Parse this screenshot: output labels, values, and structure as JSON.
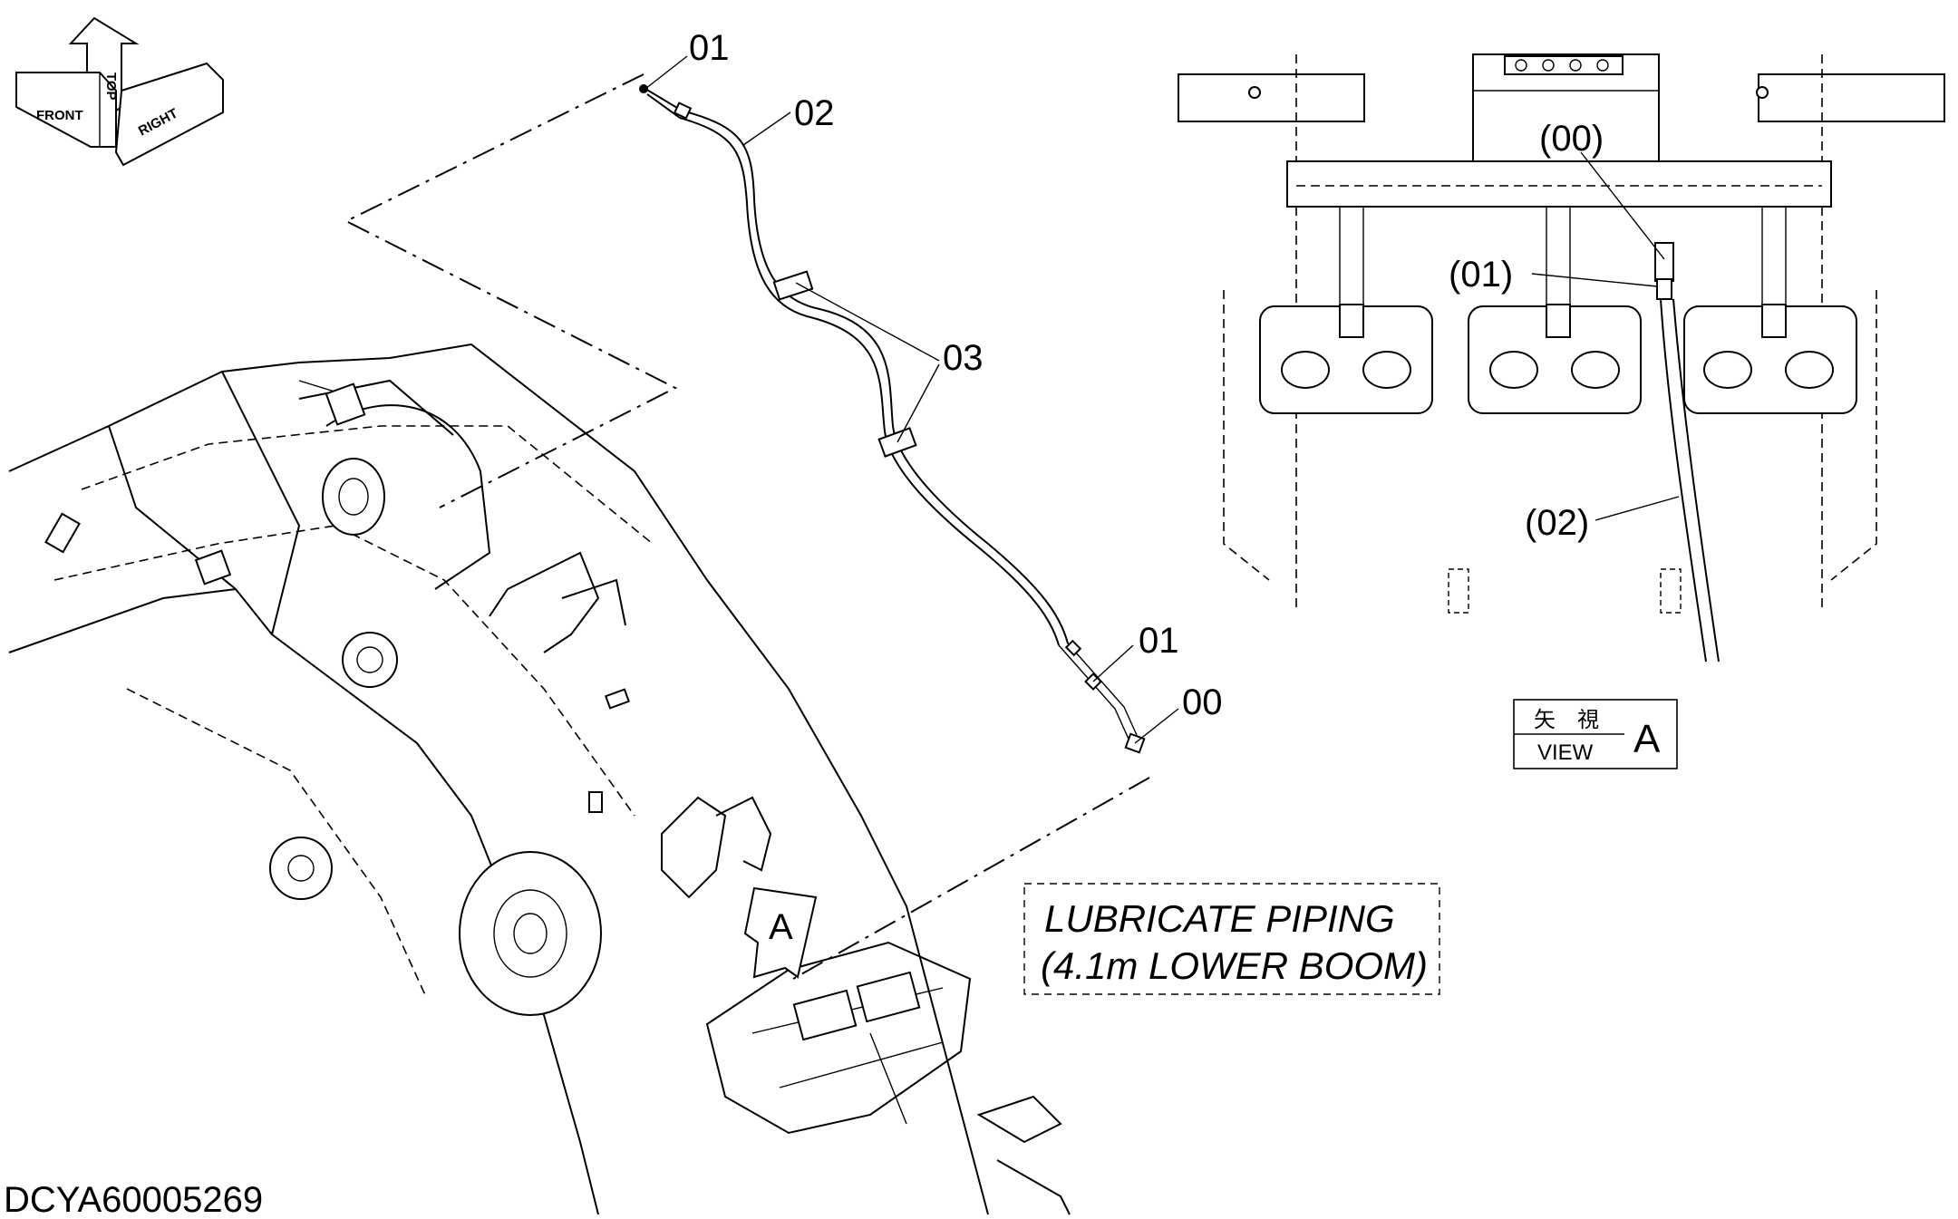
{
  "drawing_id": "DCYA60005269",
  "orientation": {
    "front": "FRONT",
    "top": "TOP",
    "right": "RIGHT"
  },
  "callouts": {
    "main": [
      {
        "id": "01a",
        "text": "01"
      },
      {
        "id": "02",
        "text": "02"
      },
      {
        "id": "03",
        "text": "03"
      },
      {
        "id": "01b",
        "text": "01"
      },
      {
        "id": "00",
        "text": "00"
      }
    ],
    "view_a": [
      {
        "id": "00",
        "text": "(00)"
      },
      {
        "id": "01",
        "text": "(01)"
      },
      {
        "id": "02",
        "text": "(02)"
      }
    ]
  },
  "view_marker": {
    "arrow_label": "A"
  },
  "view_title": {
    "kanji_1": "矢",
    "kanji_2": "視",
    "view": "VIEW",
    "letter": "A"
  },
  "caption": {
    "line1": "LUBRICATE PIPING",
    "line2": "(4.1m LOWER BOOM)"
  }
}
